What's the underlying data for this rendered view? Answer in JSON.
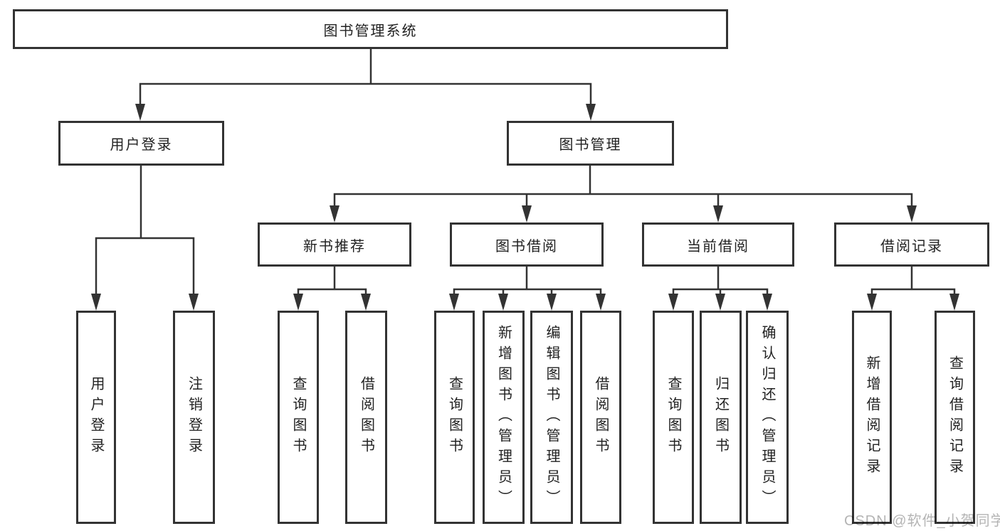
{
  "diagram": {
    "root": "图书管理系统",
    "level2": [
      "用户登录",
      "图书管理"
    ],
    "level3": [
      "新书推荐",
      "图书借阅",
      "当前借阅",
      "借阅记录"
    ],
    "leaves": {
      "login": [
        "用户登录",
        "注销登录"
      ],
      "recommend": [
        "查询图书",
        "借阅图书"
      ],
      "borrow": [
        "查询图书",
        "新增图书（管理员）",
        "编辑图书（管理员）",
        "借阅图书"
      ],
      "current": [
        "查询图书",
        "归还图书",
        "确认归还（管理员）"
      ],
      "records": [
        "新增借阅记录",
        "查询借阅记录"
      ]
    },
    "colors": {
      "line": "#333333",
      "box_border": "#333333",
      "text": "#222222",
      "watermark": "#b4b4b4",
      "background": "#ffffff"
    }
  },
  "watermark": "CSDN @软件_小贺同学"
}
